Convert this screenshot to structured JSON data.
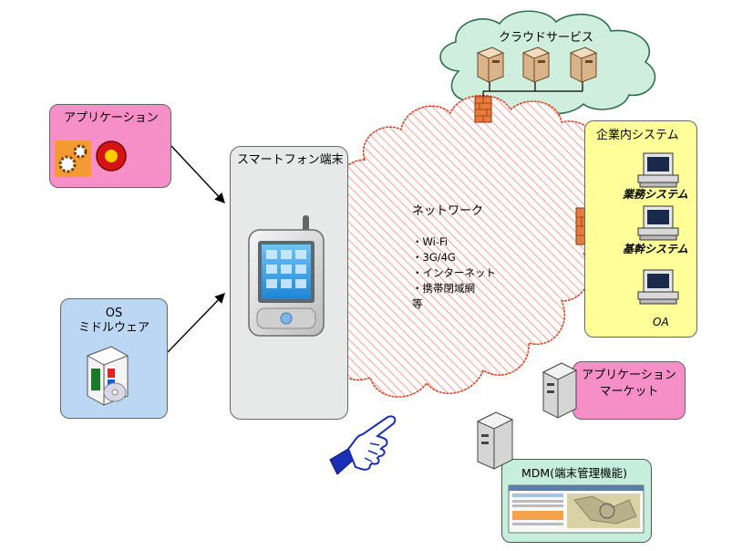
{
  "cloud_service": {
    "label": "クラウドサービス"
  },
  "app_box": {
    "label": "アプリケーション"
  },
  "os_box": {
    "line1": "OS",
    "line2": "ミドルウェア"
  },
  "smartphone": {
    "label": "スマートフォン端末"
  },
  "network": {
    "title": "ネットワーク",
    "items": [
      "・Wi-Fi",
      "・3G/4G",
      "・インターネット",
      "・携帯閉域網",
      "等"
    ]
  },
  "enterprise": {
    "title": "企業内システム",
    "systems": [
      "業務システム",
      "基幹システム",
      "OA"
    ]
  },
  "app_market": {
    "line1": "アプリケーション",
    "line2": "マーケット"
  },
  "mdm": {
    "label": "MDM(端末管理機能)"
  },
  "colors": {
    "pink_box": "#f68fc7",
    "blue_box": "#bcd7f3",
    "yellow_box": "#ffff99",
    "cloud_green": "#cfeedd",
    "mdm_box": "#c6eedd",
    "hatch": "#f6b1a3",
    "firewall": "#e87a3c",
    "hand": "#1a2fb8"
  }
}
